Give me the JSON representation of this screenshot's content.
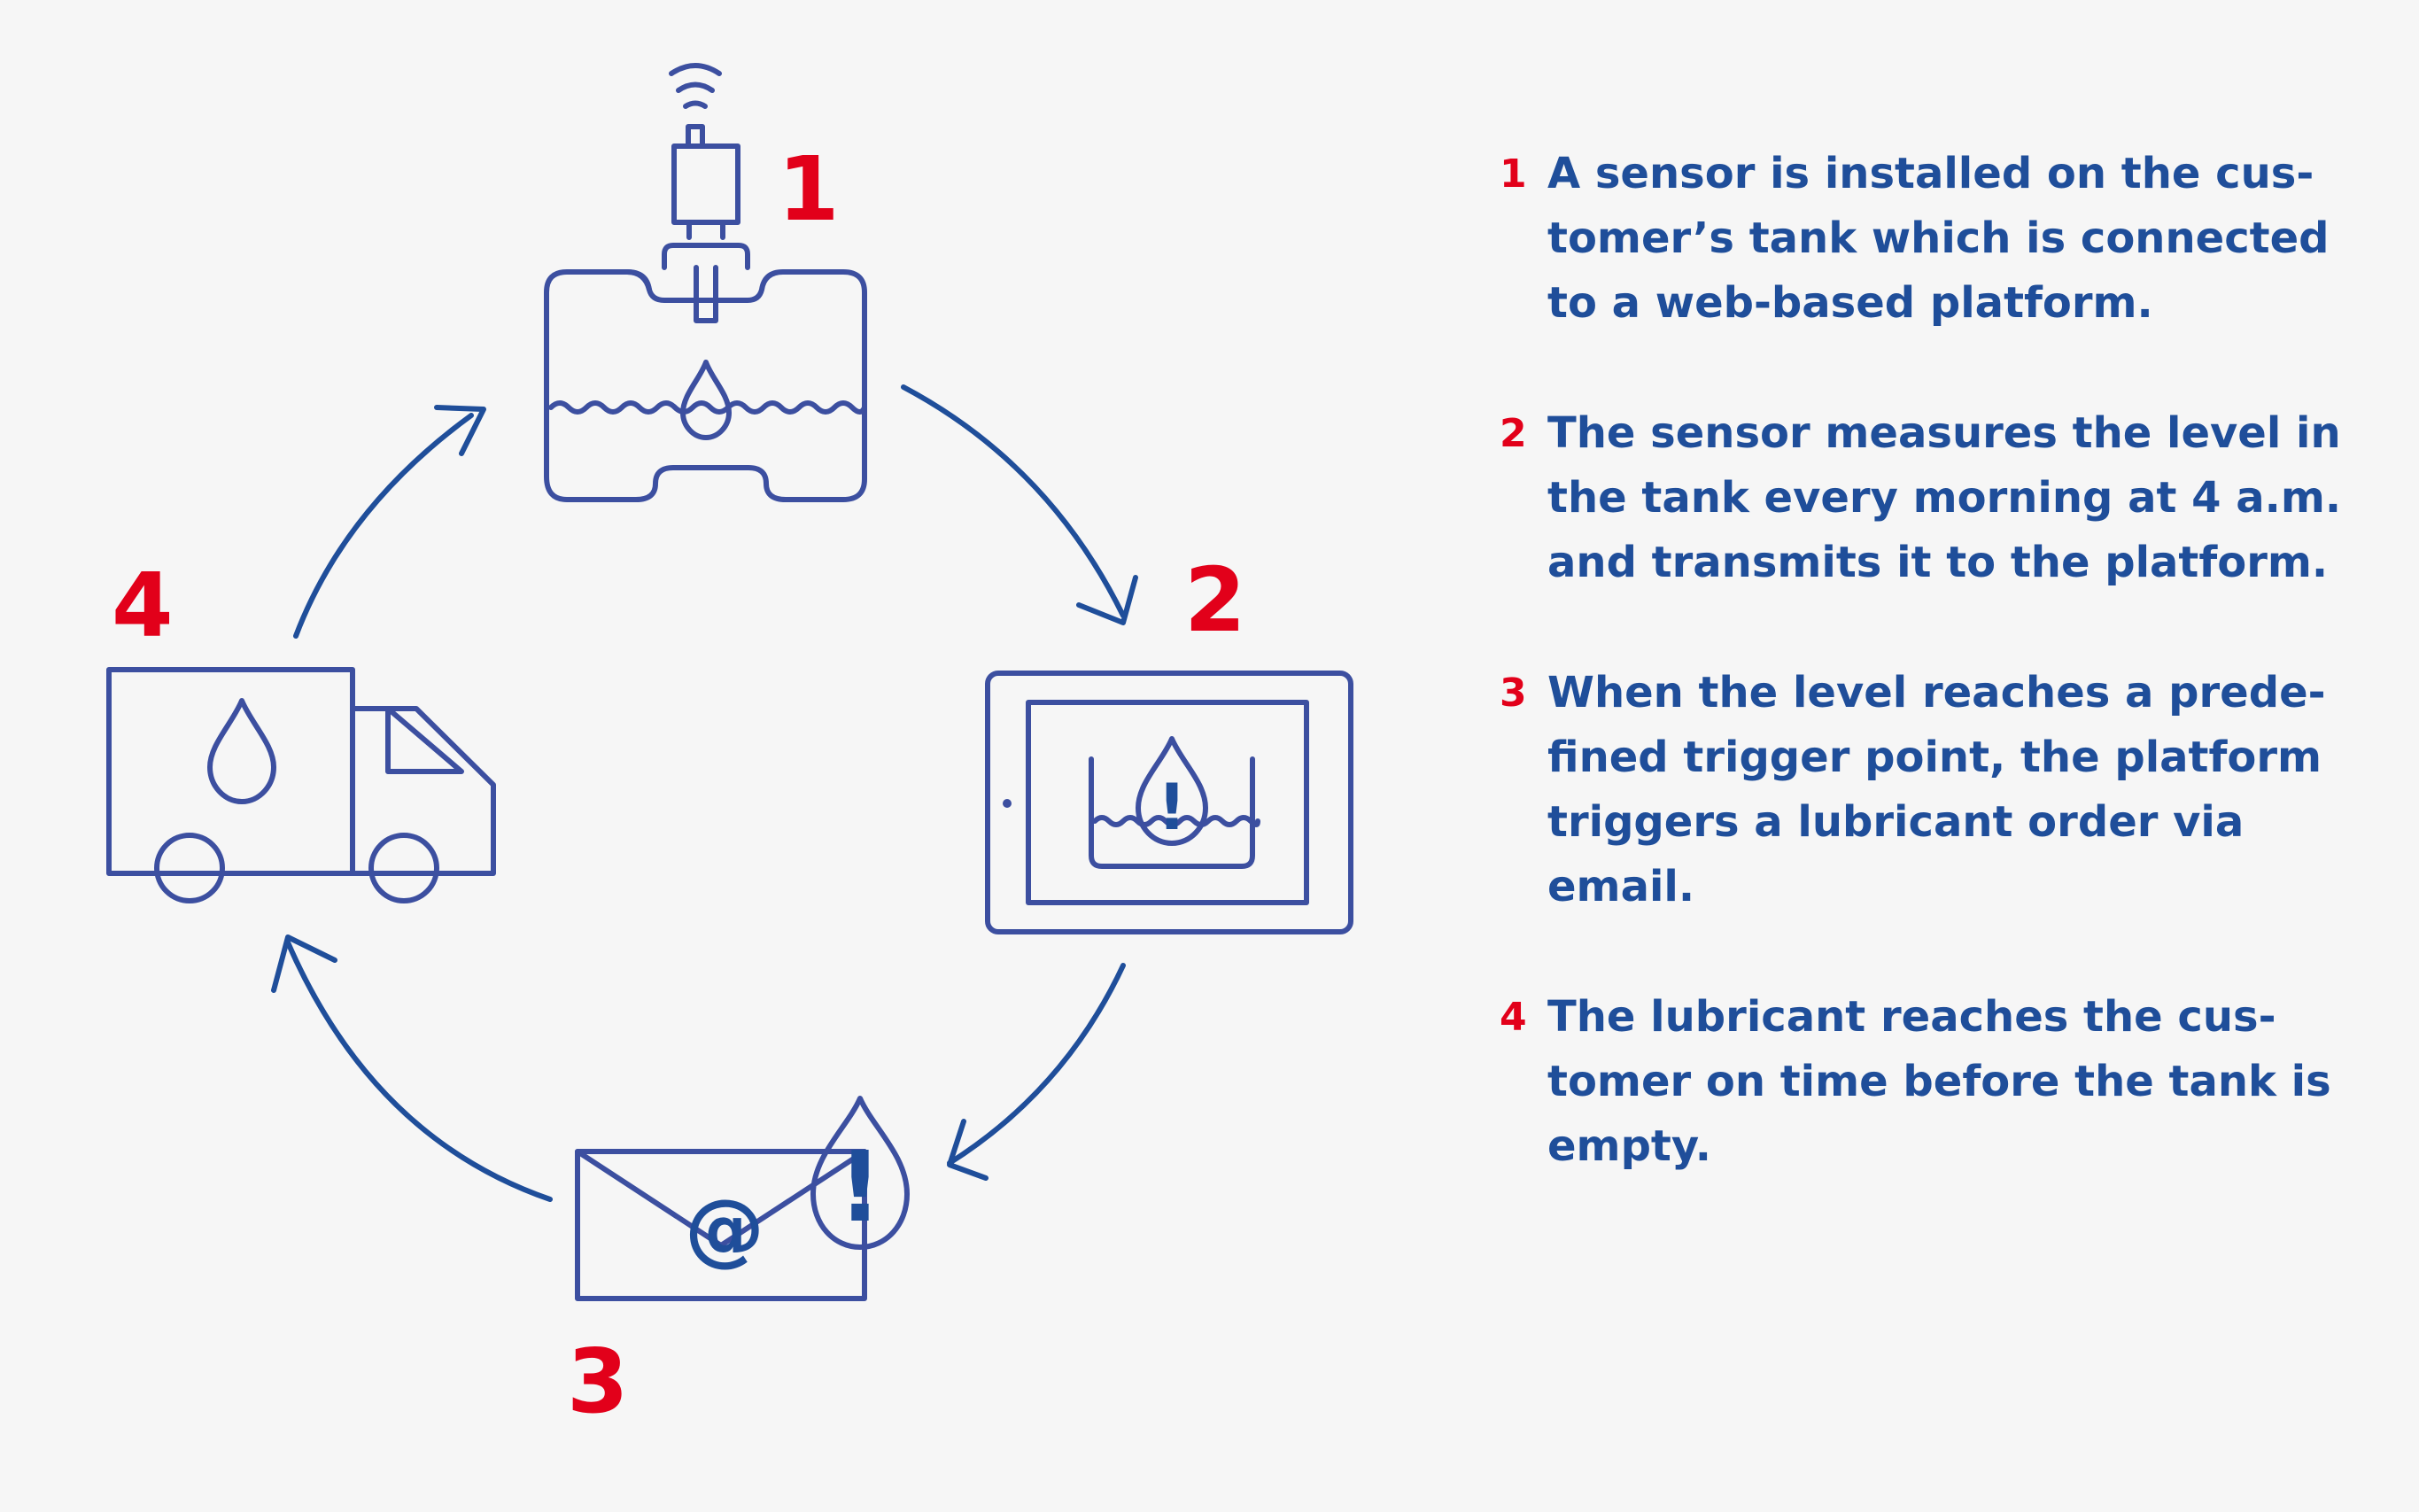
{
  "steps": [
    {
      "number": "1",
      "text": "A sensor is installed on the cus-\ntomer’s tank which is connected\nto a web-based platform."
    },
    {
      "number": "2",
      "text": "The sensor measures the level in\nthe tank every morning at 4 a.m.\nand transmits it to the platform."
    },
    {
      "number": "3",
      "text": "When the level reaches a prede-\nfined trigger point, the platform\ntriggers a lubricant order via\nemail."
    },
    {
      "number": "4",
      "text": "The lubricant reaches the cus-\ntomer on time before the tank is\nempty."
    }
  ],
  "cycle": {
    "labels": [
      "1",
      "2",
      "3",
      "4"
    ],
    "email_at_symbol": "@",
    "alert_symbol": "!"
  },
  "colors": {
    "background": "#f6f6f6",
    "icon_stroke": "#3c4fa0",
    "text_blue": "#1f4e9a",
    "accent_red": "#e2001a"
  },
  "icons": [
    "sensor-tank-icon",
    "tablet-alert-icon",
    "email-alert-icon",
    "delivery-truck-icon"
  ]
}
